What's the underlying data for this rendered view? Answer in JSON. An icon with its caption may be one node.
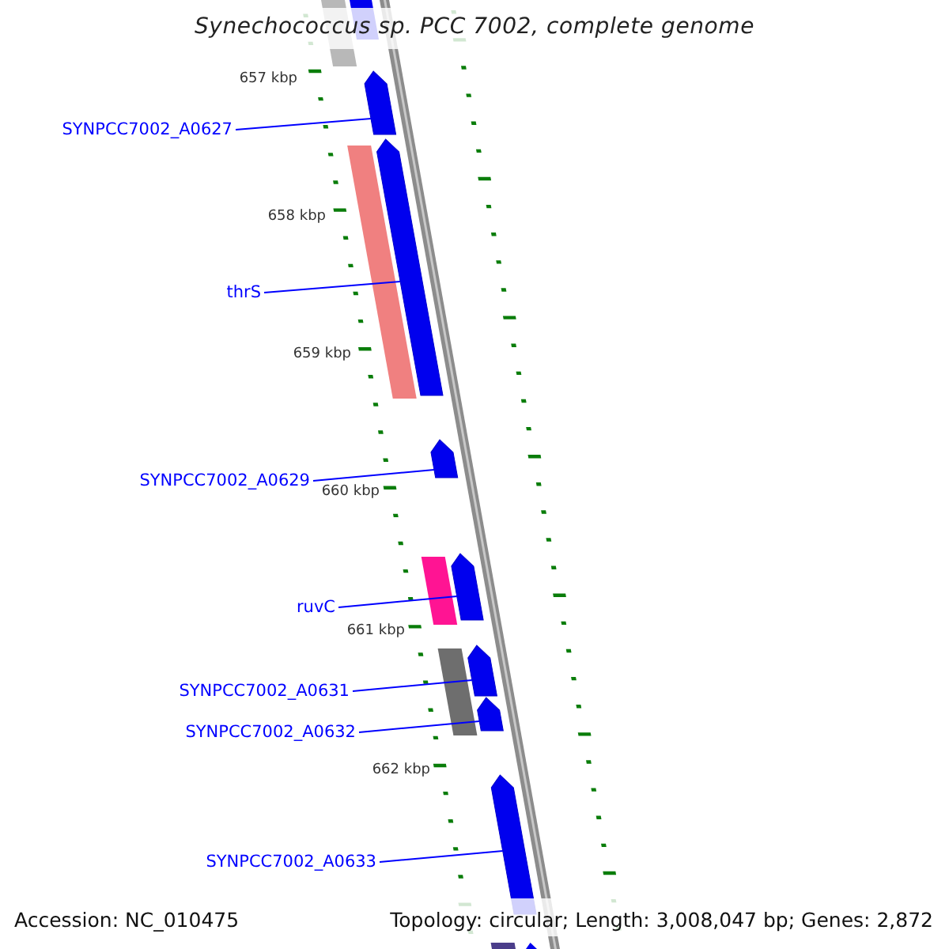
{
  "diagram": {
    "title": "Synechococcus sp. PCC 7002, complete genome",
    "nodes": [
      {
        "text": [
          "SYNPCC7002_A0627"
        ]
      },
      {
        "text": [],
        "shape": "arrow"
      },
      {
        "text": [
          "thrS"
        ]
      },
      {
        "text": [],
        "shape": "arrow"
      },
      {
        "text": [
          "SYNPCC7002_A0629"
        ]
      },
      {
        "text": [],
        "shape": "arrow"
      },
      {
        "text": [
          "ruvC"
        ]
      },
      {
        "text": [],
        "shape": "arrow"
      },
      {
        "text": [
          "SYNPCC7002_A0631"
        ]
      },
      {
        "text": [],
        "shape": "arrow"
      },
      {
        "text": [
          "SYNPCC7002_A0632"
        ]
      },
      {
        "text": [],
        "shape": "arrow"
      },
      {
        "text": [
          "SYNPCC7002_A0633"
        ]
      },
      {
        "text": [],
        "shape": "arrow"
      }
    ],
    "edges": [
      {
        "from": 0,
        "to": 1,
        "arrow": "none"
      },
      {
        "from": 2,
        "to": 3,
        "arrow": "none"
      },
      {
        "from": 4,
        "to": 5,
        "arrow": "none"
      },
      {
        "from": 6,
        "to": 7,
        "arrow": "none"
      },
      {
        "from": 8,
        "to": 9,
        "arrow": "none"
      },
      {
        "from": 10,
        "to": 11,
        "arrow": "none"
      },
      {
        "from": 12,
        "to": 13,
        "arrow": "none"
      }
    ],
    "labels": [
      "657 kbp",
      "658 kbp",
      "659 kbp",
      "660 kbp",
      "661 kbp",
      "662 kbp",
      "Accession: NC_010475",
      "Topology: circular; Length: 3,008,047 bp; Genes: 2,872"
    ]
  }
}
